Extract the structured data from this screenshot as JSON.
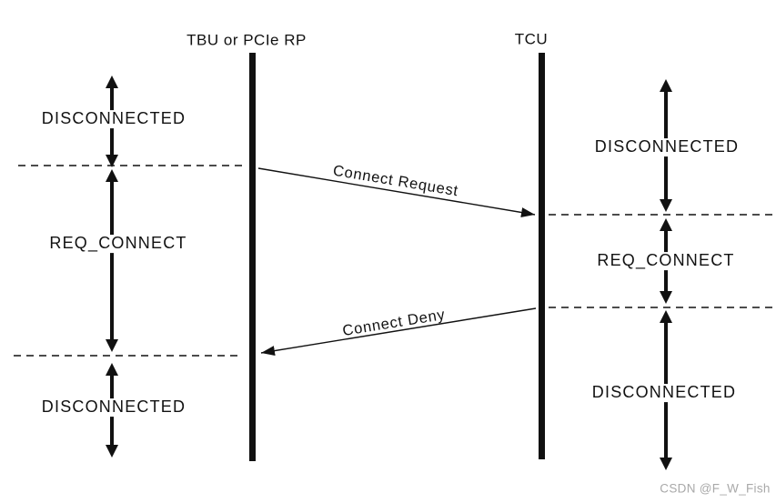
{
  "diagram": {
    "left_actor": "TBU or PCIe RP",
    "right_actor": "TCU",
    "left_states": [
      "DISCONNECTED",
      "REQ_CONNECT",
      "DISCONNECTED"
    ],
    "right_states": [
      "DISCONNECTED",
      "REQ_CONNECT",
      "DISCONNECTED"
    ],
    "messages": [
      {
        "label": "Connect Request",
        "from": "TBU or PCIe RP",
        "to": "TCU"
      },
      {
        "label": "Connect Deny",
        "from": "TCU",
        "to": "TBU or PCIe RP"
      }
    ],
    "colors": {
      "ink": "#111111",
      "background": "#ffffff",
      "watermark": "#a9a9a9"
    }
  },
  "watermark": "CSDN @F_W_Fish"
}
